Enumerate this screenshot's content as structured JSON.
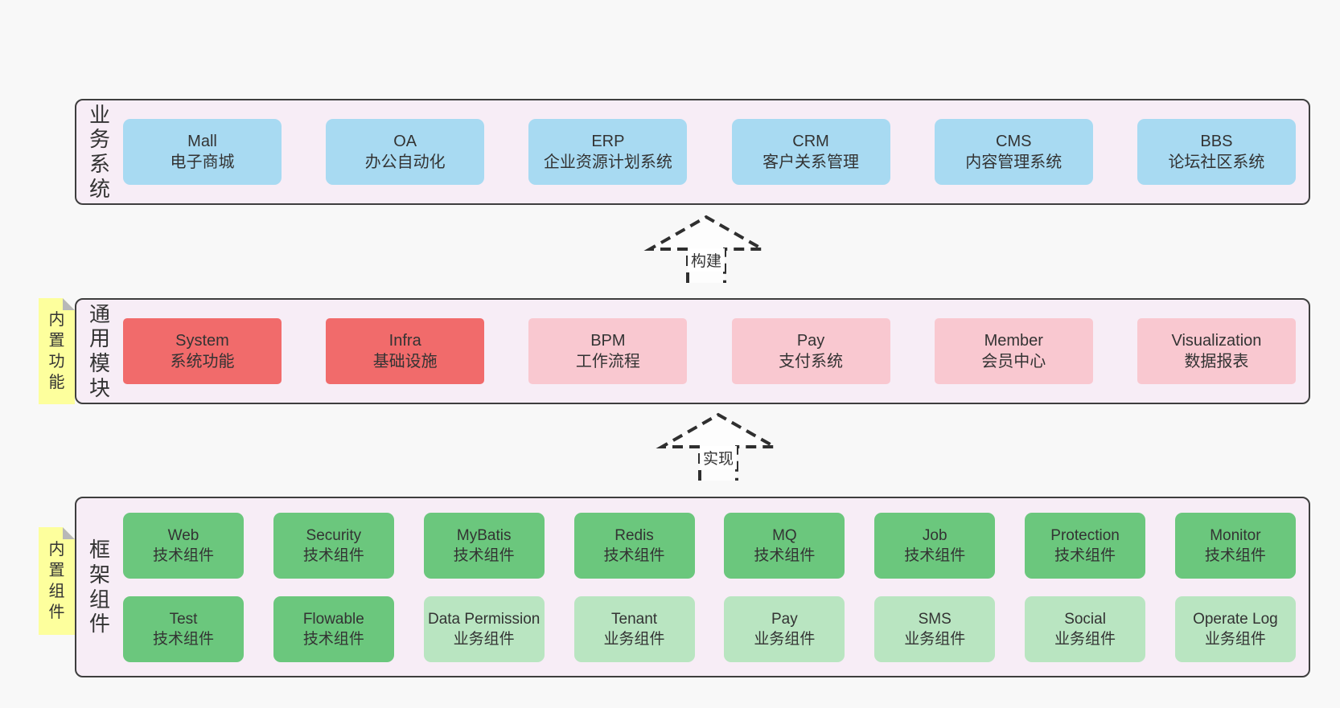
{
  "palette": {
    "page_bg": "#f8f8f8",
    "section_bg": "#f7edf6",
    "section_border": "#3e3e3e",
    "blue": "#a8daf2",
    "red": "#f16b6b",
    "pink": "#f9c8d0",
    "green": "#6bc77d",
    "light_green": "#b9e5c1",
    "sticky_yellow": "#fdff9d",
    "text": "#333333"
  },
  "sections": [
    {
      "label": "业务系统",
      "boxes": [
        {
          "en": "Mall",
          "zh": "电子商城"
        },
        {
          "en": "OA",
          "zh": "办公自动化"
        },
        {
          "en": "ERP",
          "zh": "企业资源计划系统"
        },
        {
          "en": "CRM",
          "zh": "客户关系管理"
        },
        {
          "en": "CMS",
          "zh": "内容管理系统"
        },
        {
          "en": "BBS",
          "zh": "论坛社区系统"
        }
      ]
    },
    {
      "label": "通用模块",
      "sticky": "内置功能",
      "boxes": [
        {
          "en": "System",
          "zh": "系统功能"
        },
        {
          "en": "Infra",
          "zh": "基础设施"
        },
        {
          "en": "BPM",
          "zh": "工作流程"
        },
        {
          "en": "Pay",
          "zh": "支付系统"
        },
        {
          "en": "Member",
          "zh": "会员中心"
        },
        {
          "en": "Visualization",
          "zh": "数据报表"
        }
      ]
    },
    {
      "label": "框架组件",
      "sticky": "内置组件",
      "rows": [
        [
          {
            "en": "Web",
            "zh": "技术组件"
          },
          {
            "en": "Security",
            "zh": "技术组件"
          },
          {
            "en": "MyBatis",
            "zh": "技术组件"
          },
          {
            "en": "Redis",
            "zh": "技术组件"
          },
          {
            "en": "MQ",
            "zh": "技术组件"
          },
          {
            "en": "Job",
            "zh": "技术组件"
          },
          {
            "en": "Protection",
            "zh": "技术组件"
          },
          {
            "en": "Monitor",
            "zh": "技术组件"
          }
        ],
        [
          {
            "en": "Test",
            "zh": "技术组件"
          },
          {
            "en": "Flowable",
            "zh": "技术组件"
          },
          {
            "en": "Data Permission",
            "zh": "业务组件"
          },
          {
            "en": "Tenant",
            "zh": "业务组件"
          },
          {
            "en": "Pay",
            "zh": "业务组件"
          },
          {
            "en": "SMS",
            "zh": "业务组件"
          },
          {
            "en": "Social",
            "zh": "业务组件"
          },
          {
            "en": "Operate Log",
            "zh": "业务组件"
          }
        ]
      ]
    }
  ],
  "arrows": [
    {
      "label": "构建"
    },
    {
      "label": "实现"
    }
  ]
}
